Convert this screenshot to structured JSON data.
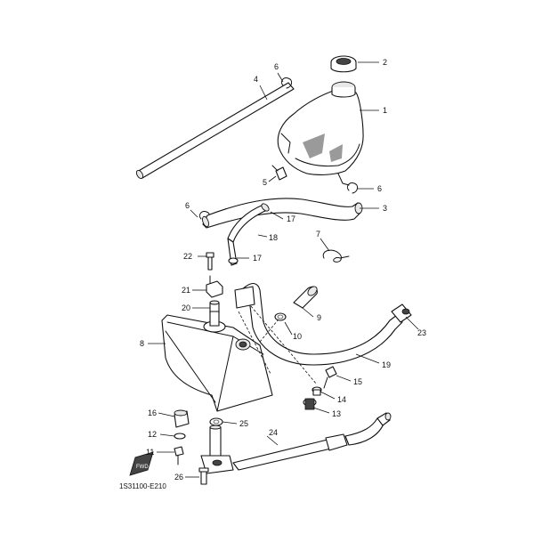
{
  "diagram": {
    "code": "1S31100-E210",
    "fwd_mark": "FWD",
    "callouts": {
      "c1": "1",
      "c2": "2",
      "c3": "3",
      "c4": "4",
      "c5": "5",
      "c6a": "6",
      "c6b": "6",
      "c6c": "6",
      "c7": "7",
      "c8": "8",
      "c9": "9",
      "c10": "10",
      "c11": "11",
      "c12": "12",
      "c13": "13",
      "c14": "14",
      "c15": "15",
      "c16": "16",
      "c17a": "17",
      "c17b": "17",
      "c18": "18",
      "c19": "19",
      "c20": "20",
      "c21": "21",
      "c22": "22",
      "c23": "23",
      "c24": "24",
      "c25": "25",
      "c26": "26"
    }
  }
}
